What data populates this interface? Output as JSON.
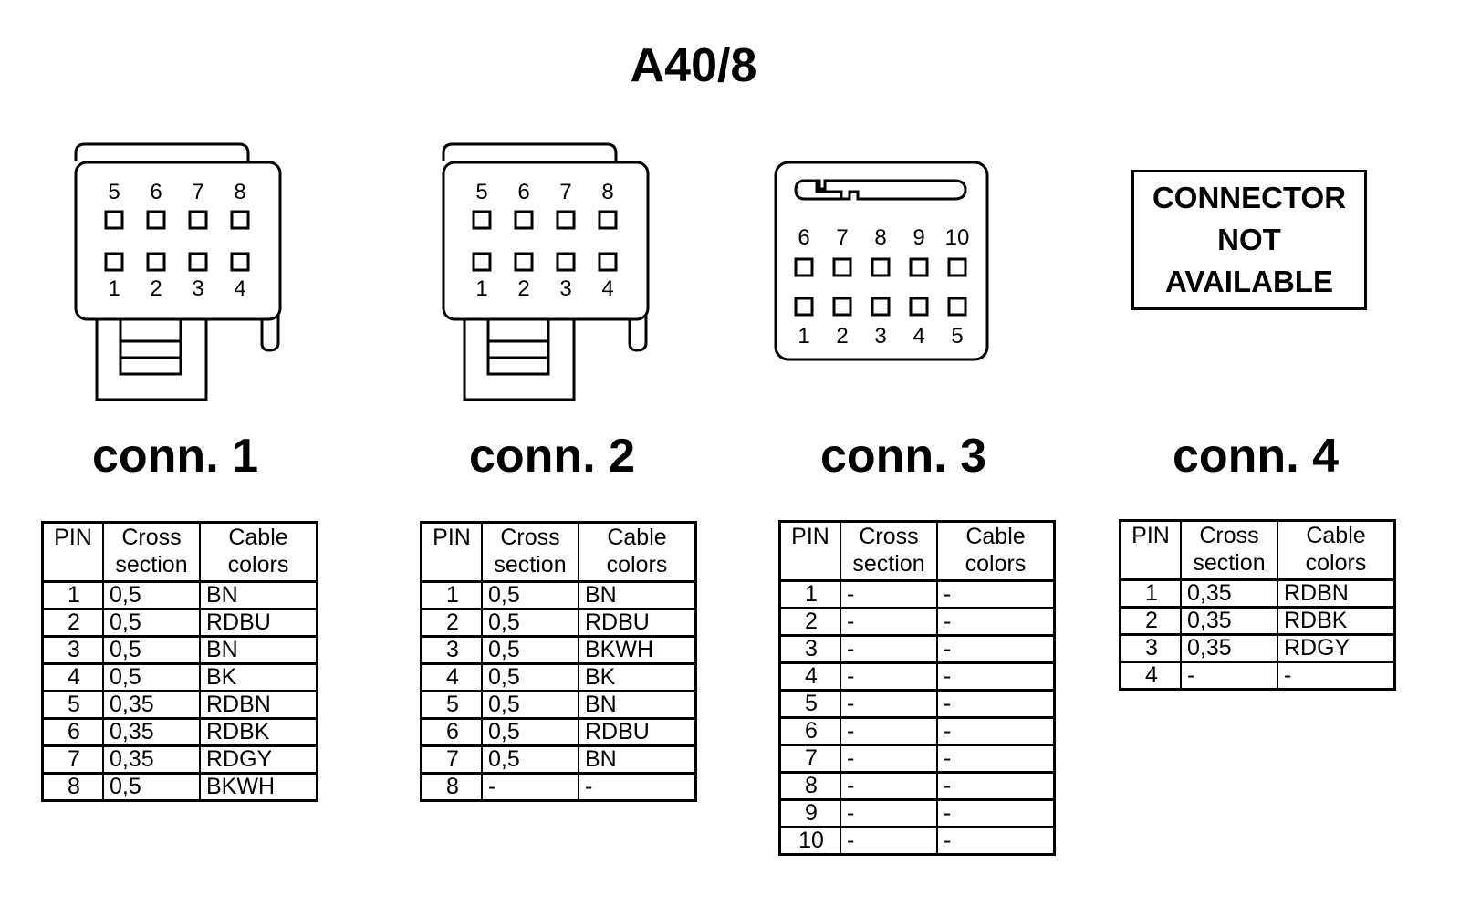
{
  "title": "A40/8",
  "not_available": [
    "CONNECTOR",
    "NOT",
    "AVAILABLE"
  ],
  "table_headers": {
    "pin": "PIN",
    "cross_section": [
      "Cross",
      "section"
    ],
    "cable_colors": [
      "Cable",
      "colors"
    ]
  },
  "connectors": [
    {
      "label": "conn. 1",
      "top_pins": [
        "5",
        "6",
        "7",
        "8"
      ],
      "bottom_pins": [
        "1",
        "2",
        "3",
        "4"
      ],
      "rows": [
        [
          "1",
          "0,5",
          "BN"
        ],
        [
          "2",
          "0,5",
          "RDBU"
        ],
        [
          "3",
          "0,5",
          "BN"
        ],
        [
          "4",
          "0,5",
          "BK"
        ],
        [
          "5",
          "0,35",
          "RDBN"
        ],
        [
          "6",
          "0,35",
          "RDBK"
        ],
        [
          "7",
          "0,35",
          "RDGY"
        ],
        [
          "8",
          "0,5",
          "BKWH"
        ]
      ]
    },
    {
      "label": "conn. 2",
      "top_pins": [
        "5",
        "6",
        "7",
        "8"
      ],
      "bottom_pins": [
        "1",
        "2",
        "3",
        "4"
      ],
      "rows": [
        [
          "1",
          "0,5",
          "BN"
        ],
        [
          "2",
          "0,5",
          "RDBU"
        ],
        [
          "3",
          "0,5",
          "BKWH"
        ],
        [
          "4",
          "0,5",
          "BK"
        ],
        [
          "5",
          "0,5",
          "BN"
        ],
        [
          "6",
          "0,5",
          "RDBU"
        ],
        [
          "7",
          "0,5",
          "BN"
        ],
        [
          "8",
          "-",
          "-"
        ]
      ]
    },
    {
      "label": "conn. 3",
      "top_pins": [
        "6",
        "7",
        "8",
        "9",
        "10"
      ],
      "bottom_pins": [
        "1",
        "2",
        "3",
        "4",
        "5"
      ],
      "rows": [
        [
          "1",
          "-",
          "-"
        ],
        [
          "2",
          "-",
          "-"
        ],
        [
          "3",
          "-",
          "-"
        ],
        [
          "4",
          "-",
          "-"
        ],
        [
          "5",
          "-",
          "-"
        ],
        [
          "6",
          "-",
          "-"
        ],
        [
          "7",
          "-",
          "-"
        ],
        [
          "8",
          "-",
          "-"
        ],
        [
          "9",
          "-",
          "-"
        ],
        [
          "10",
          "-",
          "-"
        ]
      ]
    },
    {
      "label": "conn. 4",
      "rows": [
        [
          "1",
          "0,35",
          "RDBN"
        ],
        [
          "2",
          "0,35",
          "RDBK"
        ],
        [
          "3",
          "0,35",
          "RDGY"
        ],
        [
          "4",
          "-",
          "-"
        ]
      ]
    }
  ]
}
